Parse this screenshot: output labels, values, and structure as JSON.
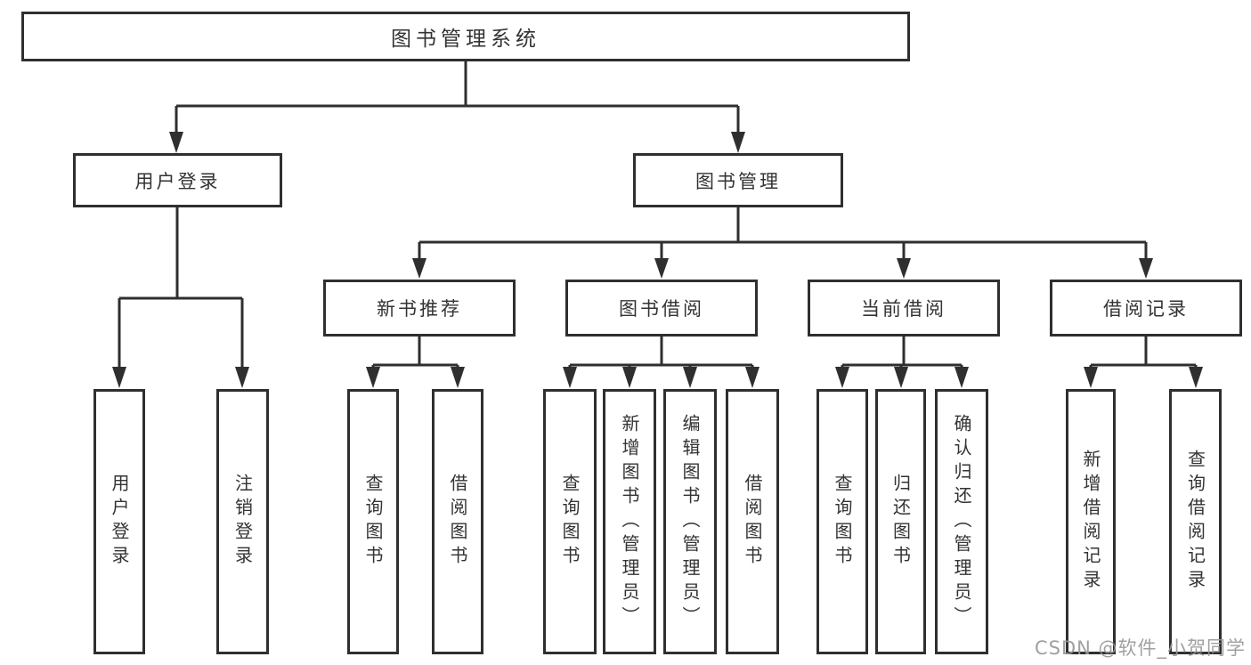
{
  "nodes": {
    "root": {
      "label": "图书管理系统"
    },
    "user_login": {
      "label": "用户登录",
      "children": [
        "用户登录",
        "注销登录"
      ]
    },
    "book_mgmt": {
      "label": "图书管理"
    },
    "new_book": {
      "label": "新书推荐",
      "children": [
        "查询图书",
        "借阅图书"
      ]
    },
    "book_borrow": {
      "label": "图书借阅",
      "children": [
        "查询图书",
        "新增图书（管理员）",
        "编辑图书（管理员）",
        "借阅图书"
      ]
    },
    "current_borrow": {
      "label": "当前借阅",
      "children": [
        "查询图书",
        "归还图书",
        "确认归还（管理员）"
      ]
    },
    "borrow_records": {
      "label": "借阅记录",
      "children": [
        "新增借阅记录",
        "查询借阅记录"
      ]
    }
  },
  "watermark": {
    "text": "CSDN @软件_小贺同学"
  },
  "colors": {
    "line": "#2f2f2f",
    "text": "#333333",
    "watermark": "#989898",
    "background": "#ffffff"
  }
}
